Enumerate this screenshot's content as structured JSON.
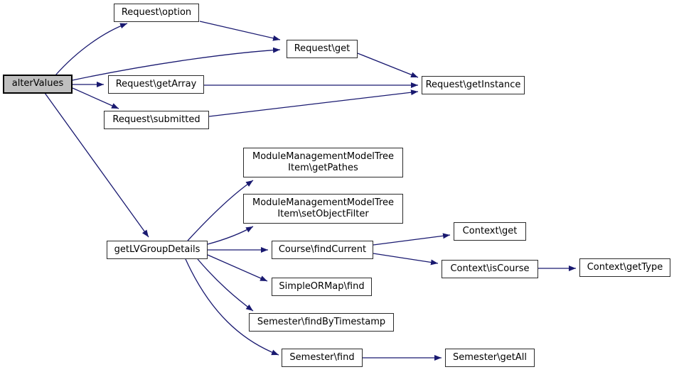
{
  "graph": {
    "kind": "call-graph",
    "colors": {
      "background": "#ffffff",
      "edge": "#191970",
      "node_border": "#2b2b2b",
      "node_fill": "#ffffff",
      "highlight_node_fill": "#bfbfbf",
      "text": "#000000"
    },
    "nodes": {
      "alter_values": {
        "label": "alterValues"
      },
      "request_option": {
        "label": "Request\\option"
      },
      "request_get": {
        "label": "Request\\get"
      },
      "request_get_array": {
        "label": "Request\\getArray"
      },
      "request_submitted": {
        "label": "Request\\submitted"
      },
      "request_get_instance": {
        "label": "Request\\getInstance"
      },
      "get_lv_group_details": {
        "label": "getLVGroupDetails"
      },
      "mmt_get_pathes": {
        "line1": "ModuleManagementModelTree",
        "line2": "Item\\getPathes"
      },
      "mmt_set_object_filter": {
        "line1": "ModuleManagementModelTree",
        "line2": "Item\\setObjectFilter"
      },
      "course_find_current": {
        "label": "Course\\findCurrent"
      },
      "simple_ormap_find": {
        "label": "SimpleORMap\\find"
      },
      "semester_find_by_timestamp": {
        "label": "Semester\\findByTimestamp"
      },
      "semester_find": {
        "label": "Semester\\find"
      },
      "context_get": {
        "label": "Context\\get"
      },
      "context_is_course": {
        "label": "Context\\isCourse"
      },
      "context_get_type": {
        "label": "Context\\getType"
      },
      "semester_get_all": {
        "label": "Semester\\getAll"
      }
    },
    "edges": [
      {
        "from": "alter_values",
        "to": "request_option"
      },
      {
        "from": "alter_values",
        "to": "request_get"
      },
      {
        "from": "alter_values",
        "to": "request_get_array"
      },
      {
        "from": "alter_values",
        "to": "request_submitted"
      },
      {
        "from": "alter_values",
        "to": "get_lv_group_details"
      },
      {
        "from": "request_option",
        "to": "request_get"
      },
      {
        "from": "request_get",
        "to": "request_get_instance"
      },
      {
        "from": "request_get_array",
        "to": "request_get_instance"
      },
      {
        "from": "request_submitted",
        "to": "request_get_instance"
      },
      {
        "from": "get_lv_group_details",
        "to": "mmt_get_pathes"
      },
      {
        "from": "get_lv_group_details",
        "to": "mmt_set_object_filter"
      },
      {
        "from": "get_lv_group_details",
        "to": "course_find_current"
      },
      {
        "from": "get_lv_group_details",
        "to": "simple_ormap_find"
      },
      {
        "from": "get_lv_group_details",
        "to": "semester_find_by_timestamp"
      },
      {
        "from": "get_lv_group_details",
        "to": "semester_find"
      },
      {
        "from": "course_find_current",
        "to": "context_get"
      },
      {
        "from": "course_find_current",
        "to": "context_is_course"
      },
      {
        "from": "context_is_course",
        "to": "context_get_type"
      },
      {
        "from": "semester_find",
        "to": "semester_get_all"
      }
    ]
  }
}
